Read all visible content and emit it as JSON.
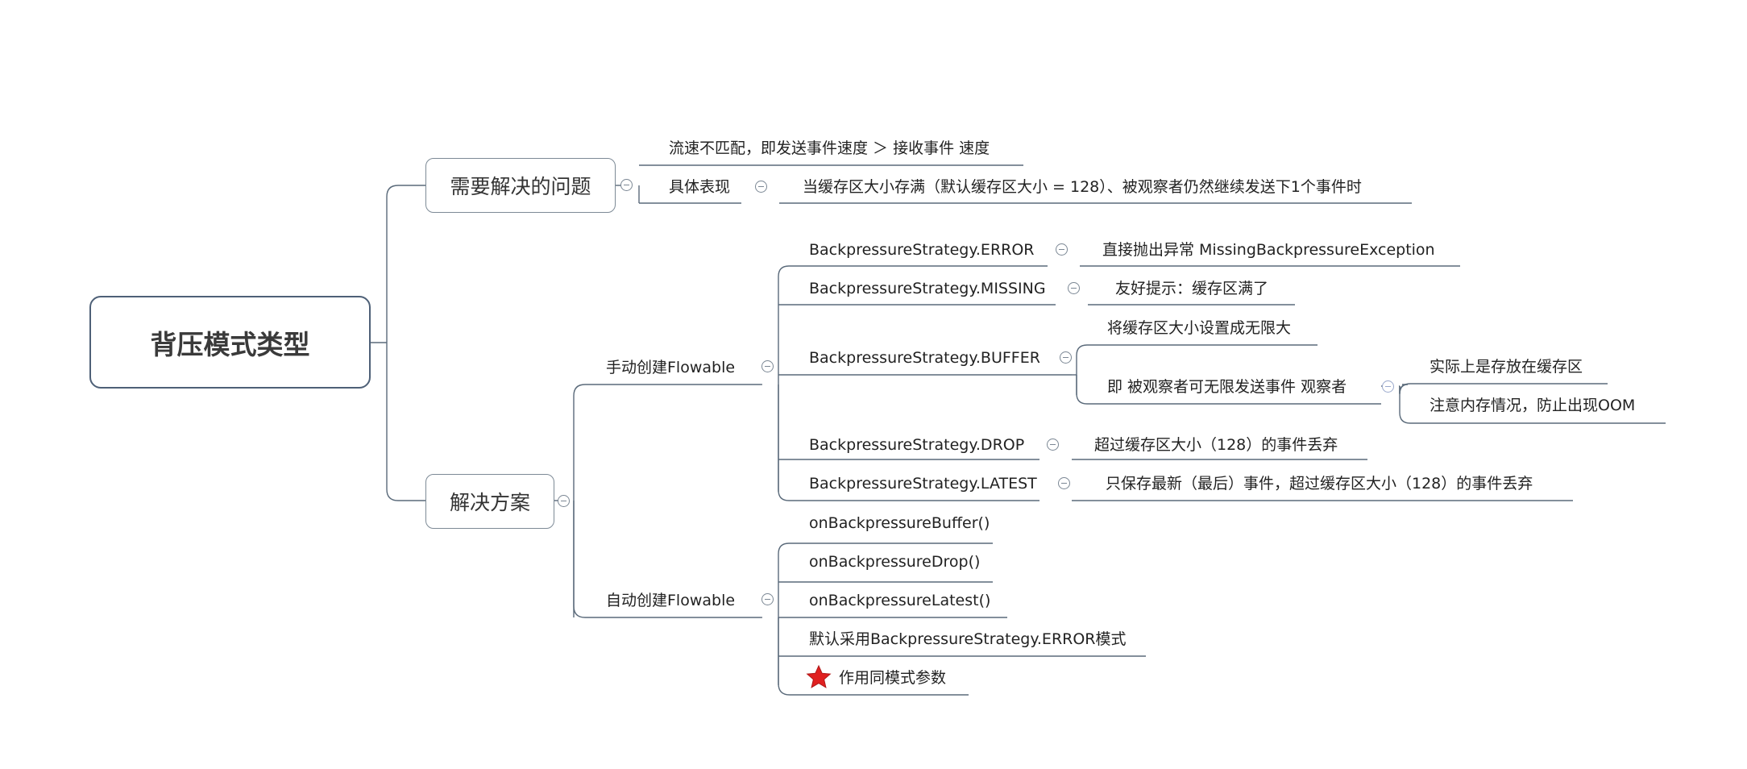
{
  "root": {
    "label": "背压模式类型"
  },
  "problem": {
    "label": "需要解决的问题",
    "desc": "流速不匹配，即发送事件速度 ＞ 接收事件 速度",
    "symptom_label": "具体表现",
    "symptom_text": "当缓存区大小存满（默认缓存区大小 = 128）、被观察者仍然继续发送下1个事件时"
  },
  "solution": {
    "label": "解决方案",
    "manual": {
      "label": "手动创建Flowable",
      "strategies": [
        {
          "name": "BackpressureStrategy.ERROR",
          "desc": "直接抛出异常 MissingBackpressureException"
        },
        {
          "name": "BackpressureStrategy.MISSING",
          "desc": "友好提示：缓存区满了"
        },
        {
          "name": "BackpressureStrategy.BUFFER",
          "desc1": "将缓存区大小设置成无限大",
          "desc2": "即 被观察者可无限发送事件 观察者",
          "sub": [
            "实际上是存放在缓存区",
            "注意内存情况，防止出现OOM"
          ]
        },
        {
          "name": "BackpressureStrategy.DROP",
          "desc": "超过缓存区大小（128）的事件丢弃"
        },
        {
          "name": "BackpressureStrategy.LATEST",
          "desc": "只保存最新（最后）事件，超过缓存区大小（128）的事件丢弃"
        }
      ]
    },
    "auto": {
      "label": "自动创建Flowable",
      "items": [
        "onBackpressureBuffer()",
        "onBackpressureDrop()",
        "onBackpressureLatest()",
        "默认采用BackpressureStrategy.ERROR模式",
        "作用同模式参数"
      ]
    }
  },
  "colors": {
    "line": "#5a6a7a",
    "root_border": "#4e6077",
    "star": "#e02020"
  },
  "icons": {
    "collapse": "collapse-toggle-icon",
    "star": "star-icon"
  }
}
